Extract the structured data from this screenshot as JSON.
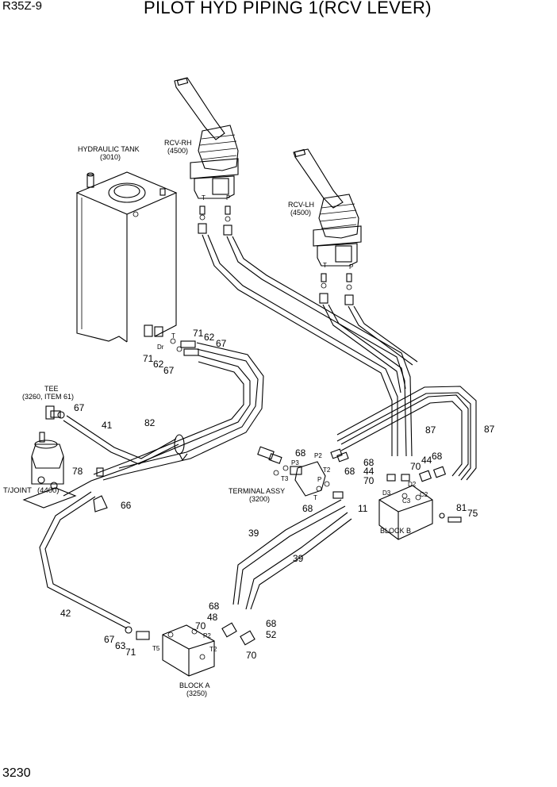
{
  "header": {
    "model": "R35Z-9",
    "title": "PILOT HYD PIPING 1(RCV LEVER)"
  },
  "footer": {
    "page_number": "3230"
  },
  "components": {
    "hydraulic_tank": {
      "name": "HYDRAULIC TANK",
      "ref": "(3010)"
    },
    "rcv_rh": {
      "name": "RCV-RH",
      "ref": "(4500)"
    },
    "rcv_lh": {
      "name": "RCV-LH",
      "ref": "(4500)"
    },
    "tee": {
      "name": "TEE",
      "ref": "(3260, ITEM 61)"
    },
    "t_joint": {
      "name": "T/JOINT",
      "ref": "(4400)"
    },
    "terminal_assy": {
      "name": "TERMINAL ASSY",
      "ref": "(3200)"
    },
    "block_b": {
      "name": "BLOCK B"
    },
    "block_a": {
      "name": "BLOCK A",
      "ref": "(3250)"
    }
  },
  "port_labels": {
    "rh_t": "T",
    "rh_p": "P",
    "lh_t": "T",
    "lh_p": "P",
    "tank_t": "T",
    "tank_dr": "Dr",
    "term_p3": "P3",
    "term_p2": "P2",
    "term_t2": "T2",
    "term_t3": "T3",
    "term_p": "P",
    "term_t": "T",
    "blk_b_d3": "D3",
    "blk_b_c3": "C3",
    "blk_b_d2": "D2",
    "blk_b_c2": "C2",
    "blk_a_p2": "P2",
    "blk_a_t2": "T2",
    "blk_a_t5": "T5"
  },
  "callouts": {
    "c71_top": "71",
    "c62_top": "62",
    "c67_top": "67",
    "c71_mid": "71",
    "c62_mid": "62",
    "c67_mid": "67",
    "c67_tee": "67",
    "c41": "41",
    "c82": "82",
    "c78": "78",
    "c66": "66",
    "c68_term": "68",
    "c68_term2": "68",
    "c68_term3": "68",
    "c87_left": "87",
    "c87_right": "87",
    "c68_b": "68",
    "c44_b": "44",
    "c70_b": "70",
    "c70_b2": "70",
    "c44_b2": "44",
    "c68_b2": "68",
    "c11": "11",
    "c81": "81",
    "c75": "75",
    "c39_a": "39",
    "c39_b": "39",
    "c68_a": "68",
    "c48_a": "48",
    "c70_a": "70",
    "c68_a2": "68",
    "c52_a": "52",
    "c70_a2": "70",
    "c42": "42",
    "c67_a": "67",
    "c63_a": "63",
    "c71_a": "71"
  }
}
